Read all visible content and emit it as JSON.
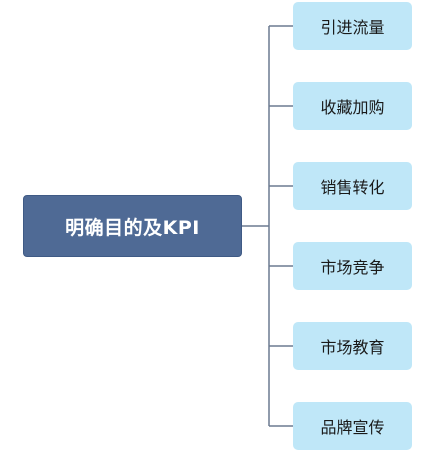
{
  "root": {
    "label": "明确目的及KPI"
  },
  "children": [
    {
      "label": "引进流量"
    },
    {
      "label": "收藏加购"
    },
    {
      "label": "销售转化"
    },
    {
      "label": "市场竞争"
    },
    {
      "label": "市场教育"
    },
    {
      "label": "品牌宣传"
    }
  ],
  "colors": {
    "root_fill": "#4f6a95",
    "child_fill": "#bfe7f8",
    "connector": "#6b7a90"
  }
}
